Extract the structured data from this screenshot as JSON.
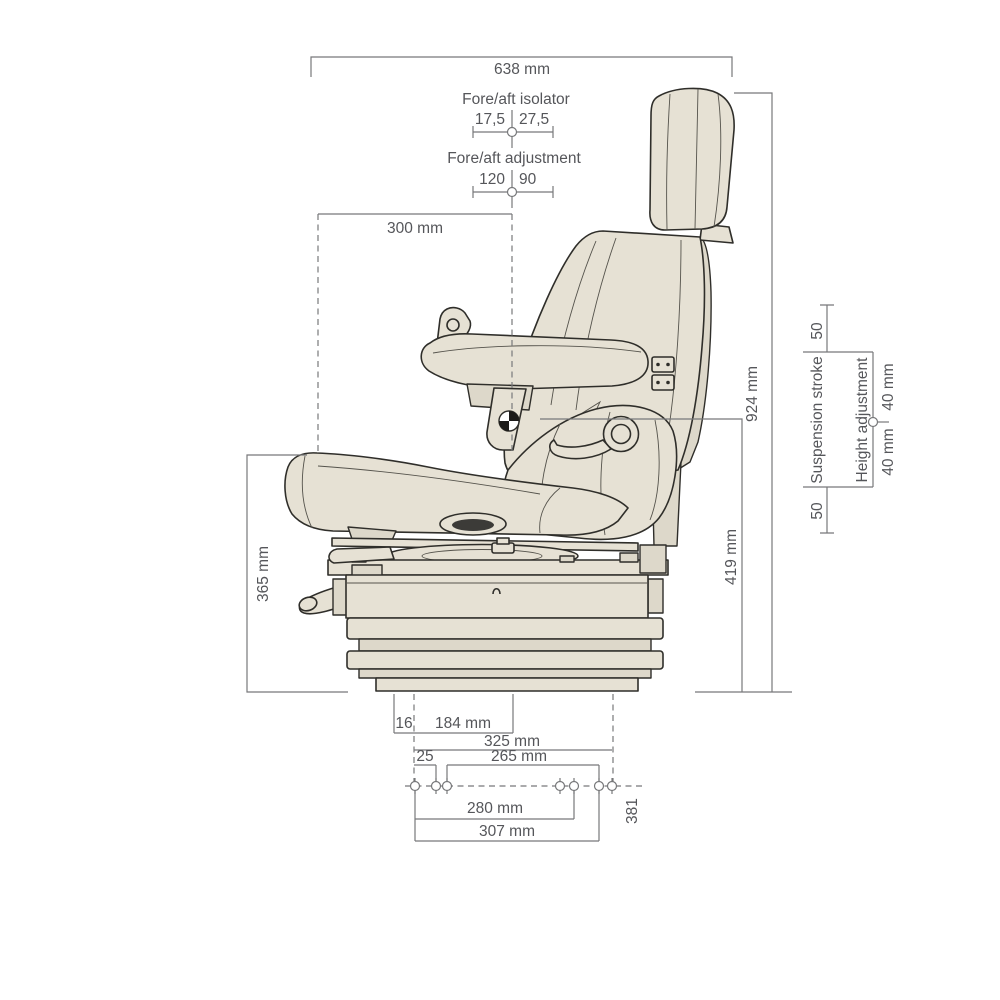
{
  "colors": {
    "background": "#ffffff",
    "seat_fill": "#e6e1d4",
    "seat_shadow_fill": "#ddd8ca",
    "outline": "#2f2e2a",
    "dimension_line": "#77787a",
    "dimension_text": "#55565a"
  },
  "icons": {
    "datum_marker": "quadrant-circle",
    "reference_point": "circle-crosshair",
    "mounting_hole": "small-circle-tick"
  },
  "dimensions": {
    "overall_width": "638 mm",
    "fore_aft_isolator": {
      "label": "Fore/aft isolator",
      "rear": "17,5",
      "front": "27,5"
    },
    "fore_aft_adjustment": {
      "label": "Fore/aft adjustment",
      "rear": "120",
      "front": "90"
    },
    "backrest_depth": "300 mm",
    "cushion_front_height": "365 mm",
    "overall_height": "924 mm",
    "seat_reference_height": "419 mm",
    "suspension_stroke": {
      "label": "Suspension stroke",
      "up": "50",
      "down": "50"
    },
    "height_adjustment": {
      "label": "Height adjustment",
      "up": "40 mm",
      "down": "40 mm"
    },
    "base": {
      "front_offset": "16",
      "rail_length": "184 mm",
      "span_total": "325 mm",
      "hole_offset": "25",
      "span_265": "265 mm",
      "span_280": "280 mm",
      "span_307": "307 mm",
      "depth": "381"
    }
  }
}
